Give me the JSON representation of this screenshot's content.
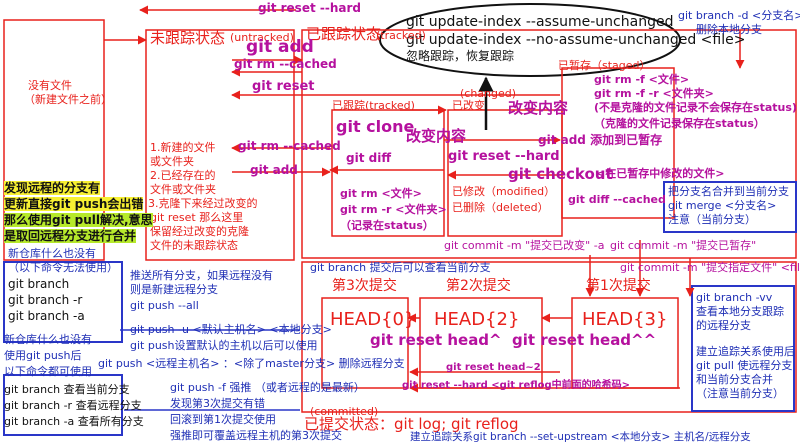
{
  "colors": {
    "red": "#e8211c",
    "magenta": "#b5119e",
    "blue": "#1f2fb5",
    "yellow": "#f7f032",
    "green": "#b6e92b"
  },
  "ellipse": {
    "line1": "git update-index --assume-unchanged",
    "line2": "git update-index --no-assume-unchanged <file>",
    "line3": "忽略跟踪，恢复跟踪"
  },
  "top": {
    "reset_hard": "git reset --hard",
    "untracked_title": "未跟踪状态",
    "untracked_tag": "(untracked)",
    "tracked_title": "已跟踪状态",
    "tracked_tag": "(tracked)",
    "git_add": "git add",
    "git_rm_cached": "git rm --cached",
    "git_reset": "git reset",
    "branch_d": "git branch -d <分支名>",
    "branch_d_desc": "删除本地分支",
    "staged": "已暂存（staged）",
    "rm_f": "git rm -f <文件>",
    "rm_f_r": "git rm -f -r <文件夹>",
    "rm_note1": "(不是克隆的文件记录不会保存在status)",
    "rm_note2": "（克隆的文件记录保存在status）"
  },
  "left": {
    "no_file": "没有文件",
    "new_before": "（新建文件之前）",
    "note1": "1.新建的文件",
    "note2": "或文件夹",
    "note3": "2.已经存在的",
    "note4": "文件或文件夹",
    "note5": "3.克隆下来经过改变的",
    "note6": "git reset 那么这里",
    "note7": "保留经过改变的克隆",
    "note8": "文件的未跟踪状态",
    "conflict1": "发现远程的分支有",
    "conflict2": "更新直接git push会出错",
    "conflict3": "那么使用git pull解决,意思",
    "conflict4": "是取回远程分支进行合并"
  },
  "middle": {
    "tracked": "已跟踪(tracked)",
    "changed_tag": "(changed)",
    "changed": "已改变",
    "change_content": "改变内容",
    "change_content2": "改变内容",
    "git_clone": "git clone",
    "git_rm_cached2": "git rm --cached",
    "git_diff": "git diff",
    "git_add2": "git add",
    "git_rm_file": "git rm <文件>",
    "git_rm_r": "git rm -r <文件夹>",
    "rm_status": "（记录在status）",
    "reset_hard2": "git reset --hard",
    "add_to_stage": "git add 添加到已暂存",
    "checkout": "git checkout",
    "checkout_note": "<在已暂存中修改的文件>",
    "modified": "已修改（modified）",
    "deleted": "已删除（deleted）",
    "diff_cached": "git diff --cached"
  },
  "right": {
    "merge1": "把分支名合并到当前分支",
    "merge2": "git merge <分支名>",
    "merge3": "注意（当前分支）",
    "commit_changed": "git commit -m \"提交已改变\" -a",
    "commit_staged": "git commit -m \"提交已暂存\"",
    "commit_file": "git commit -m \"提交指定文件\" <file>",
    "vv1": "git branch -vv",
    "vv2": "查看本地分支跟踪",
    "vv3": "的远程分支",
    "track1": "建立追踪关系使用后",
    "track2": "git pull 使远程分支",
    "track3": "和当前分支合并",
    "track4": "（注意当前分支）"
  },
  "commits": {
    "branch_note": "git branch 提交后可以查看当前分支",
    "third": "第3次提交",
    "second": "第2次提交",
    "first": "第1次提交",
    "head0": "HEAD{0}",
    "head2": "HEAD{2}",
    "head3": "HEAD{3}",
    "reset_head1": "git reset head^",
    "reset_head2": "git reset head^^",
    "reset_head_n": "git reset head~2",
    "reflog_reset": "git reset --hard <git reflog中前面的哈希码>",
    "committed_tag": "(committed)",
    "committed": "已提交状态：git log; git reflog"
  },
  "bottom_left": {
    "new_repo": "新仓库什么也没有",
    "new_repo2": "（以下命令无法使用）",
    "b1": "git branch",
    "b2": "git branch -r",
    "b3": "git branch -a",
    "push_all1": "推送所有分支，如果远程没有",
    "push_all2": "则是新建远程分支",
    "push_all3": "git push --all",
    "push_u": "git push -u <默认主机名> <本地分支>",
    "push_u2": "git push设置默认的主机以后可以使用",
    "push_delete": "git push <远程主机名> ：<除了master分支> 删除远程分支",
    "push_f": "git push -f 强推 （或者远程的是最新）",
    "push_f2": "发现第3次提交有错",
    "push_f3": "回滚到第1次提交使用",
    "push_f4": "强推即可覆盖远程主机的第3次提交",
    "after_push1": "新仓库什么也没有",
    "after_push2": "使用git push后",
    "after_push3": "以下命令都可使用",
    "view1": "git branch 查看当前分支",
    "view2": "git branch -r 查看远程分支",
    "view3": "git branch -a 查看所有分支",
    "upstream": "建立追踪关系git branch --set-upstream <本地分支> 主机名/远程分支"
  }
}
